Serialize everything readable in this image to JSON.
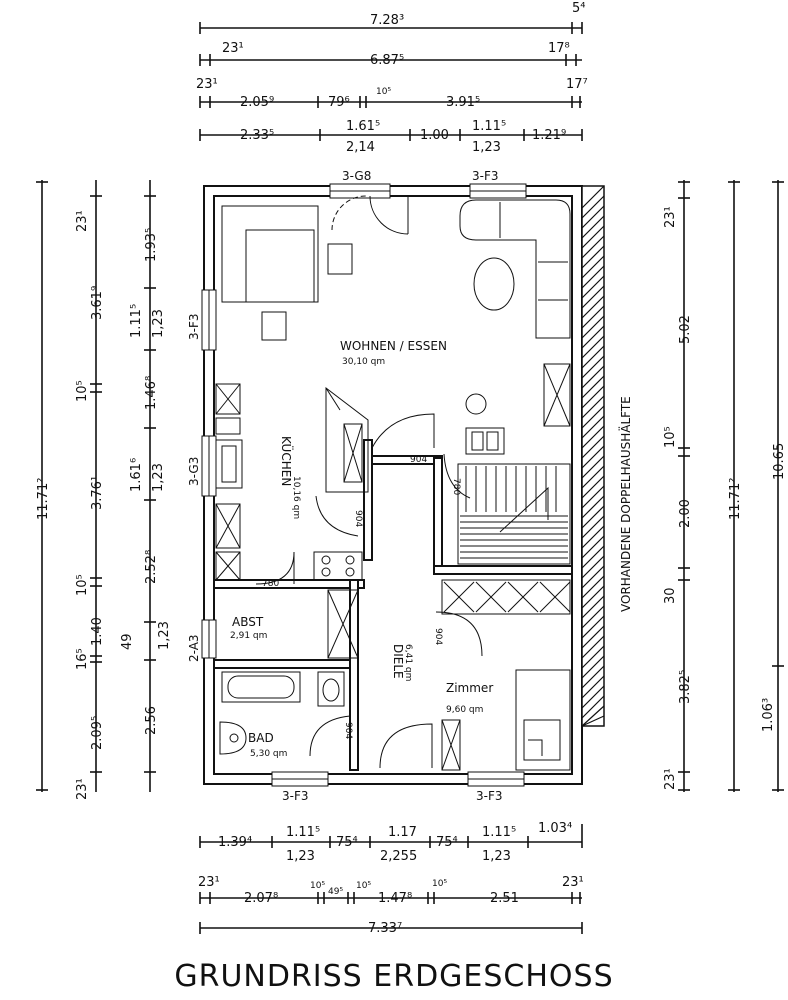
{
  "title": "GRUNDRISS   ERDGESCHOSS",
  "top_dims": {
    "r1_total": "7.28³",
    "r1_end": "5⁴",
    "r2_a": "23¹",
    "r2_total": "6.87⁵",
    "r2_b": "17⁸",
    "r3_a": "23¹",
    "r3_b": "17⁷",
    "r3_1": "2.05⁹",
    "r3_2": "79⁶",
    "r3_3": "10⁵",
    "r3_4": "3.91⁵",
    "r4_1": "2.33⁵",
    "r4_2": "1.61⁵",
    "r4_2b": "2,14",
    "r4_3": "1.00",
    "r4_4": "1.11⁵",
    "r4_4b": "1,23",
    "r4_5": "1.21⁹"
  },
  "bottom_dims": {
    "r1_1": "1.39⁴",
    "r1_2": "1.11⁵",
    "r1_2b": "1,23",
    "r1_3": "75⁴",
    "r1_4": "1.17",
    "r1_4b": "2,255",
    "r1_5": "75⁴",
    "r1_6": "1.11⁵",
    "r1_6b": "1,23",
    "r1_7": "1.03⁴",
    "r2_a": "23¹",
    "r2_b": "23¹",
    "r2_c": "10⁵",
    "r2_1": "2.07⁸",
    "r2_2": "49⁵",
    "r2_3": "10⁵",
    "r2_4": "1.47⁸",
    "r2_5": "10⁵",
    "r2_6": "2.51",
    "r3_total": "7.33⁷"
  },
  "left_dims": {
    "c1_total": "11.71²",
    "c2_a": "23¹",
    "c2_b": "3.61⁹",
    "c2_c": "10⁵",
    "c2_d": "3.76¹",
    "c2_e": "10⁵",
    "c2_f": "1.40",
    "c2_g": "16⁵",
    "c2_h": "2.09⁵",
    "c2_i": "23¹",
    "c3_a": "1.93⁵",
    "c3_b": "1.11⁵",
    "c3_b2": "1,23",
    "c3_c": "1.46⁸",
    "c3_d": "1.61⁶",
    "c3_d2": "1,23",
    "c3_e": "2.52⁸",
    "c3_f": "49",
    "c3_g": "1,23",
    "c3_h": "2.56"
  },
  "right_dims": {
    "c1_a": "23¹",
    "c1_b": "5.02",
    "c1_c": "10⁵",
    "c1_d": "2.00",
    "c1_e": "30",
    "c1_f": "3.82⁵",
    "c1_g": "23¹",
    "c2_total": "11.71²",
    "c3_total": "10.65",
    "c3_b": "1.06³"
  },
  "window_labels": {
    "top_left": "3-G8",
    "top_right": "3-F3",
    "left_1": "3-F3",
    "left_2": "3-G3",
    "left_3": "2-A3",
    "bottom_left": "3-F3",
    "bottom_right": "3-F3"
  },
  "rooms": {
    "wohnen_name": "WOHNEN / ESSEN",
    "wohnen_area": "30,10 qm",
    "kuechen_name": "KÜCHEN",
    "kuechen_area": "10,16 qm",
    "abst_name": "ABST",
    "abst_area": "2,91 qm",
    "diele_name": "DIELE",
    "diele_area": "6,41 qm",
    "zimmer_name": "Zimmer",
    "zimmer_area": "9,60 qm",
    "bad_name": "BAD",
    "bad_area": "5,30 qm"
  },
  "door_labels": {
    "d904_1": "904",
    "d904_2": "904",
    "d904_3": "904",
    "d904_4": "904",
    "d780_1": "780",
    "d780_2": "780"
  },
  "neighbor_label": "VORHANDENE DOPPELHAUSHÄLFTE"
}
